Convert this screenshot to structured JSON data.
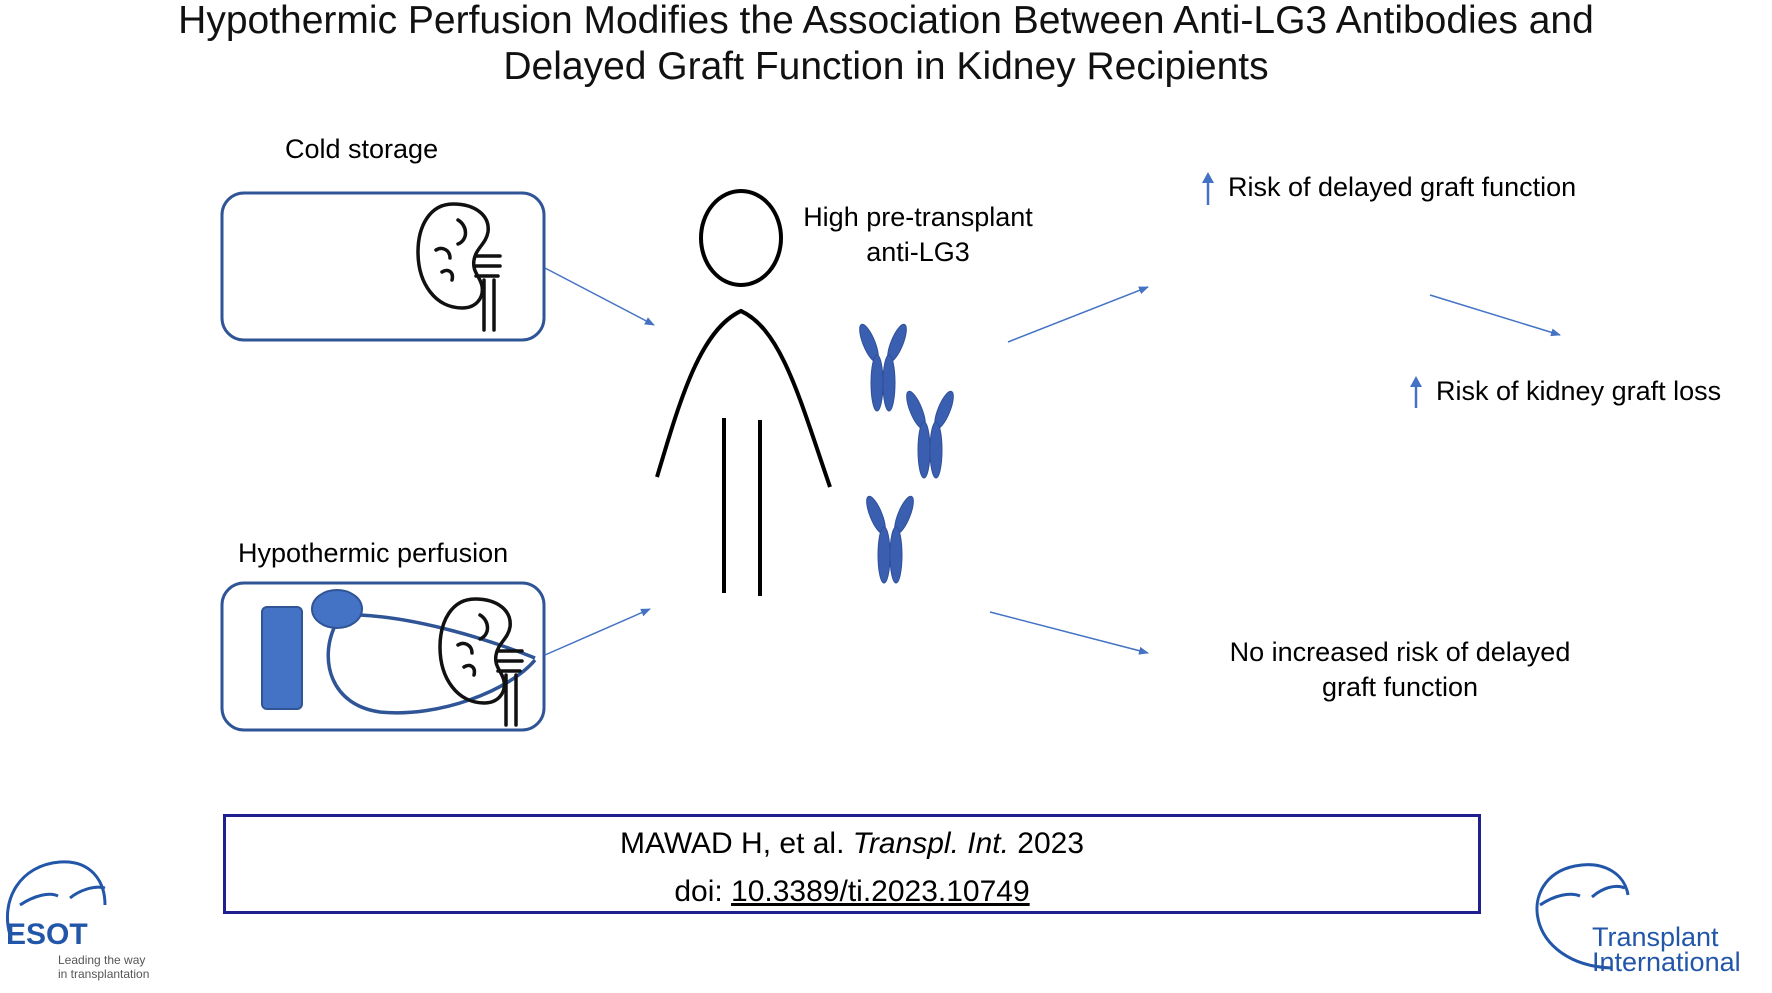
{
  "title": {
    "line1": "Hypothermic Perfusion Modifies the Association Between Anti-LG3 Antibodies and",
    "line2": "Delayed Graft Function in Kidney Recipients"
  },
  "panels": {
    "cold_storage": "Cold storage",
    "hypothermic_perfusion": "Hypothermic perfusion"
  },
  "patient": {
    "label_line1": "High pre-transplant",
    "label_line2": "anti-LG3"
  },
  "outcomes": {
    "dgf_risk": "Risk of delayed graft function",
    "graft_loss_risk": "Risk of kidney graft loss",
    "no_risk_line1": "No increased risk of delayed",
    "no_risk_line2": "graft function"
  },
  "citation": {
    "authors": "MAWAD H, et al.",
    "journal": "Transpl. Int.",
    "year": "2023",
    "doi_label": "doi:",
    "doi": "10.3389/ti.2023.10749"
  },
  "logos": {
    "esot_name": "ESOT",
    "esot_tagline1": "Leading the way",
    "esot_tagline2": "in transplantation",
    "journal_line1": "Transplant",
    "journal_line2": "International"
  },
  "colors": {
    "box_border": "#2f5597",
    "arrow": "#4472c4",
    "antibody": "#3a5fb0",
    "pump": "#4472c4",
    "citation_border": "#1f1f8f",
    "logo": "#2256a8"
  }
}
